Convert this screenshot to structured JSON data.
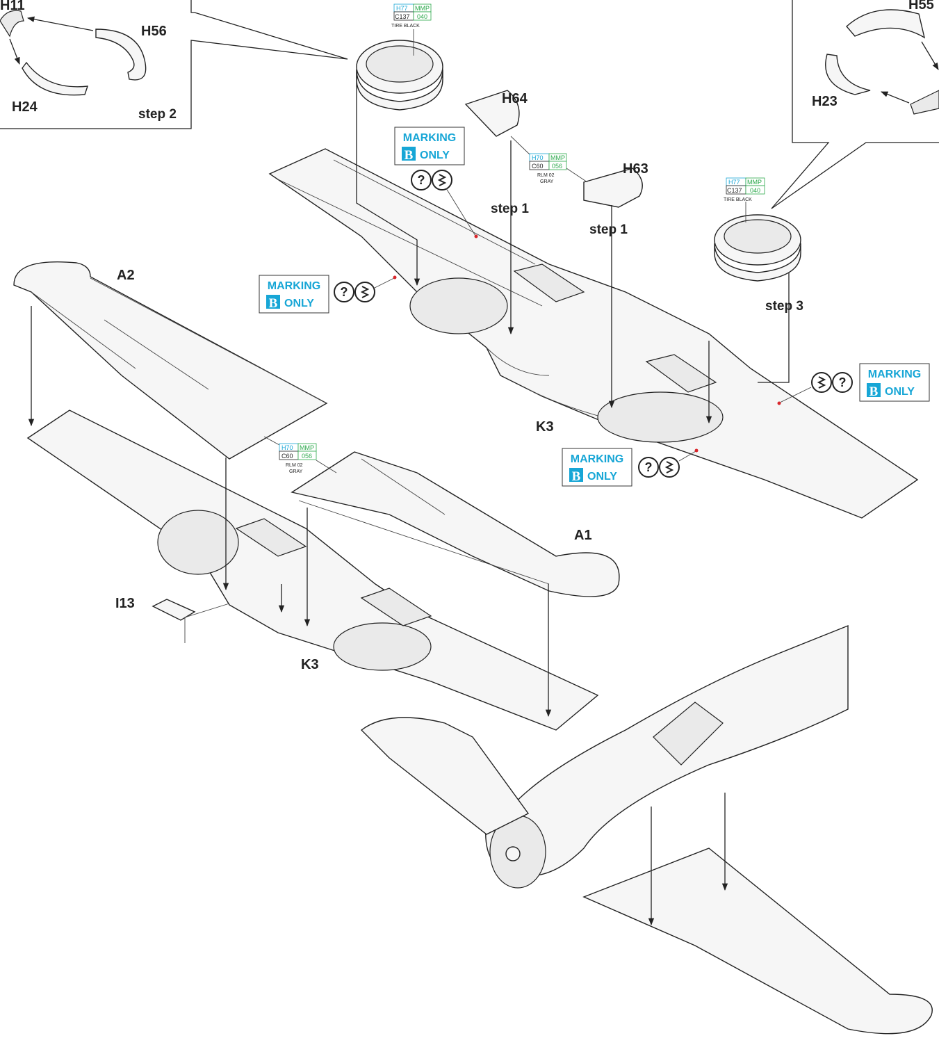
{
  "parts": {
    "h11": "H11",
    "h56": "H56",
    "h24": "H24",
    "h64": "H64",
    "h63": "H63",
    "h55": "H55",
    "h23": "H23",
    "a2": "A2",
    "a1": "A1",
    "k3_right": "K3",
    "k3_left": "K3",
    "i13": "I13"
  },
  "steps": {
    "step2": "step 2",
    "step1_a": "step 1",
    "step1_b": "step 1",
    "step3": "step 3"
  },
  "paint": {
    "tire_black": {
      "h": "H77",
      "mmp": "MMP",
      "c": "C137",
      "num": "040",
      "name": "TIRE BLACK"
    },
    "rlm02": {
      "h": "H70",
      "mmp": "MMP",
      "c": "C60",
      "num": "056",
      "name1": "RLM 02",
      "name2": "GRAY"
    }
  },
  "marking": {
    "word": "MARKING",
    "letter": "B",
    "only": "ONLY"
  },
  "colors": {
    "accent_blue": "#17a6d6",
    "accent_green": "#2aa84a",
    "arrow": "#222222"
  }
}
